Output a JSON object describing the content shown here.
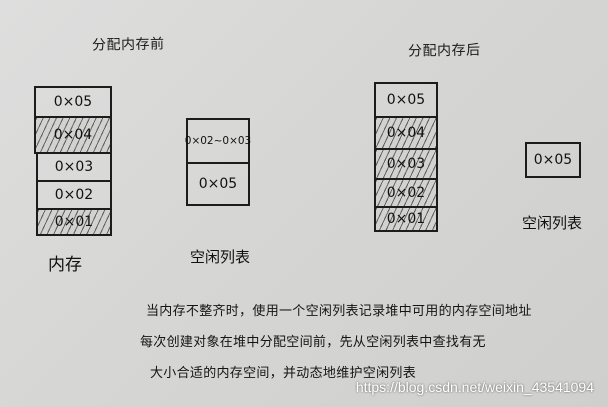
{
  "before": {
    "title": "分配内存前",
    "memory_label": "内存",
    "memory_cells": [
      {
        "text": "0×05",
        "used": false
      },
      {
        "text": "0×04",
        "used": true
      },
      {
        "text": "0×03",
        "used": false
      },
      {
        "text": "0×02",
        "used": false
      },
      {
        "text": "0×01",
        "used": true
      }
    ],
    "free_list_label": "空闲列表",
    "free_list": [
      "0×02~0×03",
      "0×05"
    ]
  },
  "after": {
    "title": "分配内存后",
    "memory_cells": [
      {
        "text": "0×05",
        "used": false
      },
      {
        "text": "0×04",
        "used": true
      },
      {
        "text": "0×03",
        "used": true
      },
      {
        "text": "0×02",
        "used": true
      },
      {
        "text": "0×01",
        "used": true
      }
    ],
    "free_list_label": "空闲列表",
    "free_list": [
      "0×05"
    ]
  },
  "note": [
    "当内存不整齐时，使用一个空闲列表记录堆中可用的内存空间地址",
    "每次创建对象在堆中分配空间前，先从空闲列表中查找有无",
    "大小合适的内存空间，并动态地维护空闲列表"
  ],
  "watermark": "https://blog.csdn.net/weixin_43541094"
}
